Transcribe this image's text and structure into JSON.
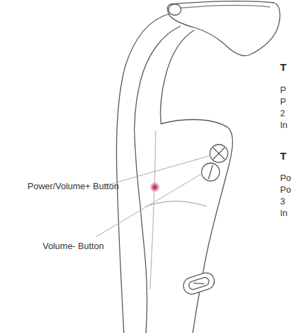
{
  "diagram": {
    "labels": [
      "Power/Volume+ Button",
      "Volume- Button",
      "T",
      "P",
      "P",
      "2",
      "In",
      "T",
      "Po",
      "Po",
      "3",
      "In"
    ]
  }
}
